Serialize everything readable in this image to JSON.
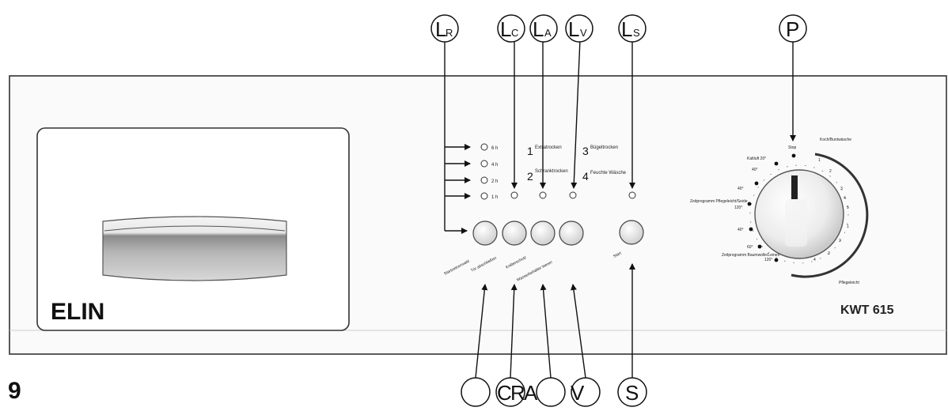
{
  "figure_number": "9",
  "brand": "ELIN",
  "model": "KWT 615",
  "top_callouts": [
    {
      "main": "L",
      "sub": "R"
    },
    {
      "main": "L",
      "sub": "C"
    },
    {
      "main": "L",
      "sub": "A"
    },
    {
      "main": "L",
      "sub": "V"
    },
    {
      "main": "L",
      "sub": "S"
    },
    {
      "main": "P",
      "sub": ""
    }
  ],
  "bottom_callouts": [
    "",
    "C",
    "R",
    "A",
    "V",
    "S"
  ],
  "timer_leds": [
    "6 h",
    "4 h",
    "2 h",
    "1 h"
  ],
  "program_list": [
    {
      "num": "1",
      "text": "Extratrocken"
    },
    {
      "num": "2",
      "text": "Schranktrocken"
    },
    {
      "num": "3",
      "text": "Bügeltrocken"
    },
    {
      "num": "4",
      "text": "Feuchte Wäsche"
    }
  ],
  "button_labels": [
    "Startzeitvorwahl",
    "Tür abschließen",
    "Knitterschutz",
    "Wasserbehälter leeren",
    "Start"
  ],
  "dial_labels": {
    "stop": "Stop",
    "kochbunt": "Koch/Buntwäsche",
    "pflegeleicht": "Pflegeleicht",
    "kaltluft": "Kaltluft  20°",
    "deg40a": "40°",
    "deg40b": "40°",
    "zeit1": "Zeitprogramm Pflegeleicht/Seide",
    "deg120a": "120°",
    "deg40c": "40°",
    "deg60": "60°",
    "zeit2": "Zeitprogramm Baumwolle/Leinen",
    "deg120b": "120°",
    "scale_right": [
      "1",
      "2",
      "3",
      "4",
      "5"
    ],
    "scale_low": [
      "1",
      "2",
      "3",
      "4"
    ]
  }
}
